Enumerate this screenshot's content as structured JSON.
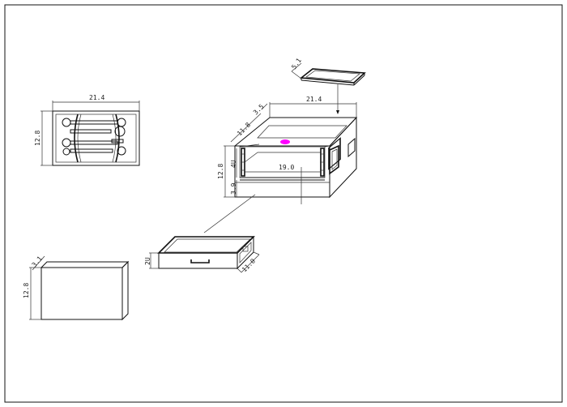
{
  "drawing": {
    "frame": "drawing-frame",
    "accent_color": "#ff00ff",
    "line_color": "#111111"
  },
  "dimensions": {
    "top_tray_thickness": "5.1",
    "top_width": "21.4",
    "top_depth": "11.8",
    "top_lid_thickness": "3.5",
    "main_height": "12.8",
    "main_inner_height": "4U",
    "main_inner_width": "19.0",
    "drawer_slot_height": "3.9",
    "left_insert_width": "21.4",
    "left_insert_height": "12.8",
    "drawer_height": "2U",
    "drawer_depth": "11.0",
    "side_panel_thickness": "3.1",
    "side_panel_height": "12.8"
  }
}
